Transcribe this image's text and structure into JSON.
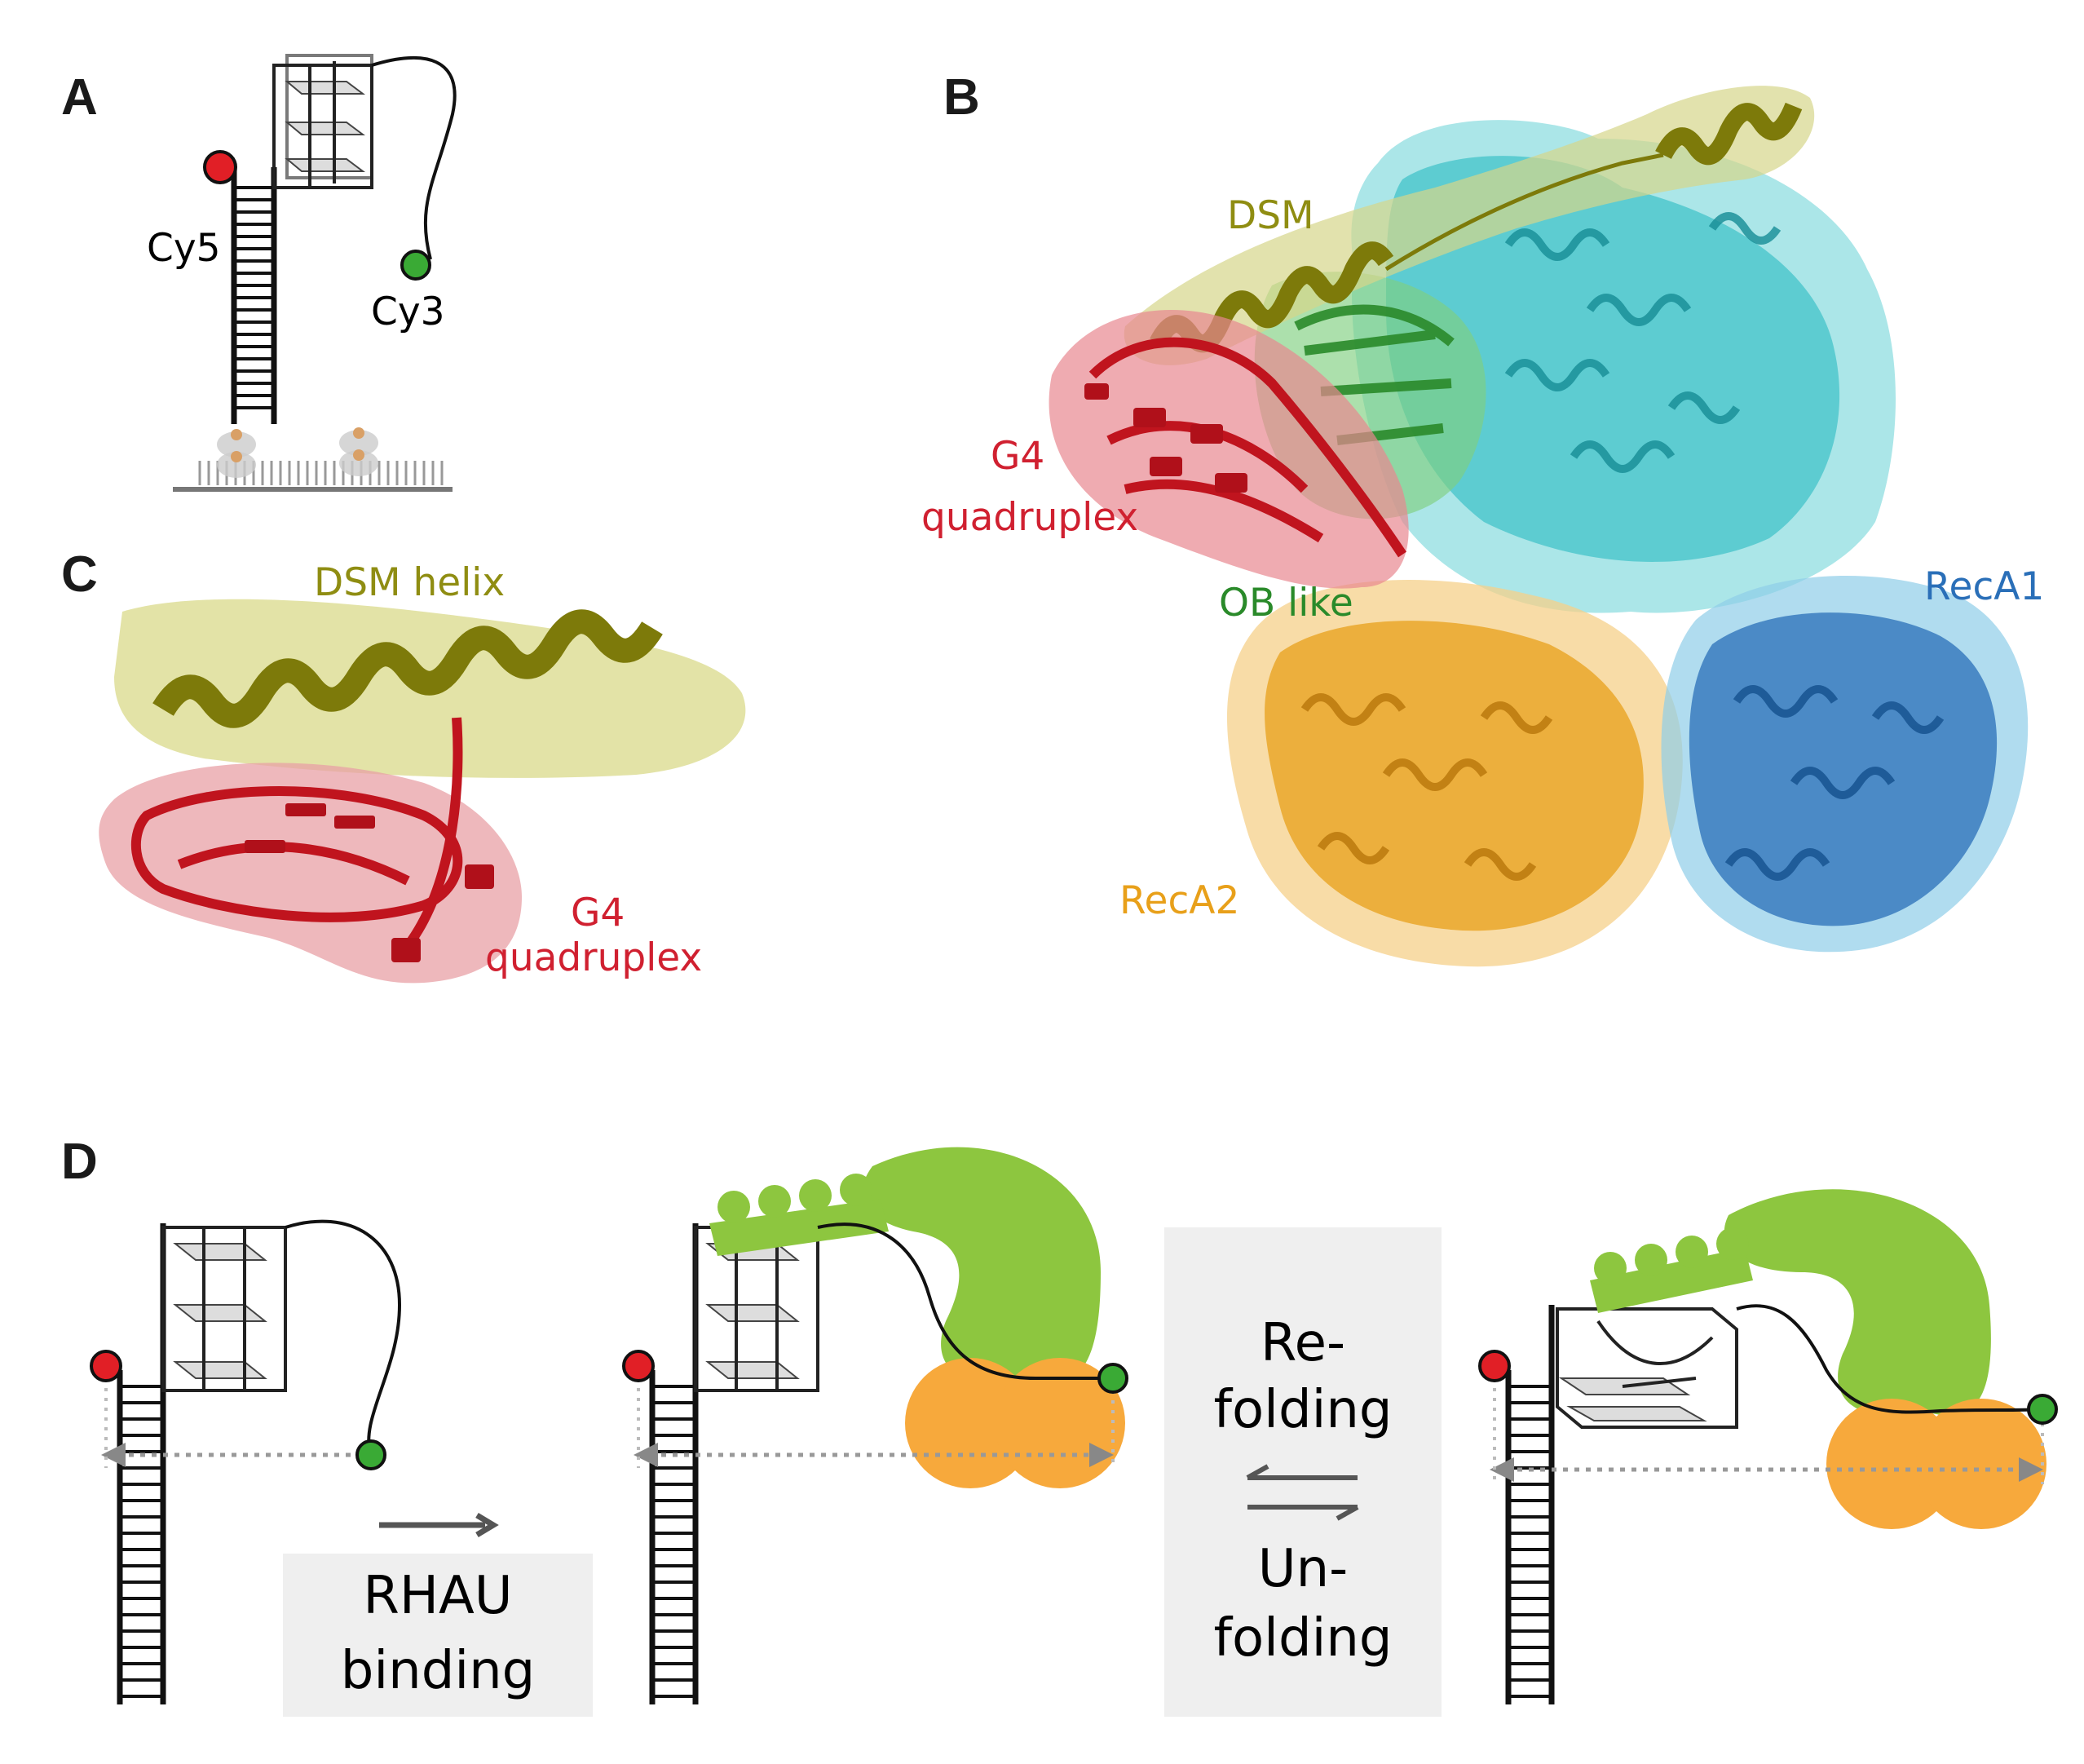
{
  "panels": {
    "a": "A",
    "b": "B",
    "c": "C",
    "d": "D"
  },
  "panel_a": {
    "cy5": "Cy5",
    "cy3": "Cy3"
  },
  "panel_b": {
    "dsm": "DSM",
    "g4_line1": "G4",
    "g4_line2": "quadruplex",
    "ob": "OB like",
    "reca1": "RecA1",
    "reca2": "RecA2"
  },
  "panel_c": {
    "dsm_helix": "DSM helix",
    "g4_line1": "G4",
    "g4_line2": "quadruplex"
  },
  "panel_d": {
    "rhau_line1": "RHAU",
    "rhau_line2": "binding",
    "refold_line1": "Re-",
    "refold_line2": "folding",
    "unfold_line1": "Un-",
    "unfold_line2": "folding"
  },
  "colors": {
    "cy5": "#e11f26",
    "cy3": "#3aaa35",
    "dsm": "#8f8d12",
    "g4": "#d02030",
    "ob": "#2a8a2a",
    "cyan": "#3cc0c8",
    "reca1": "#2a6fb8",
    "reca2": "#e8a01a",
    "rhau_green": "#8dc63f",
    "rhau_orange": "#f7a93c",
    "box_gray": "#efefef"
  }
}
